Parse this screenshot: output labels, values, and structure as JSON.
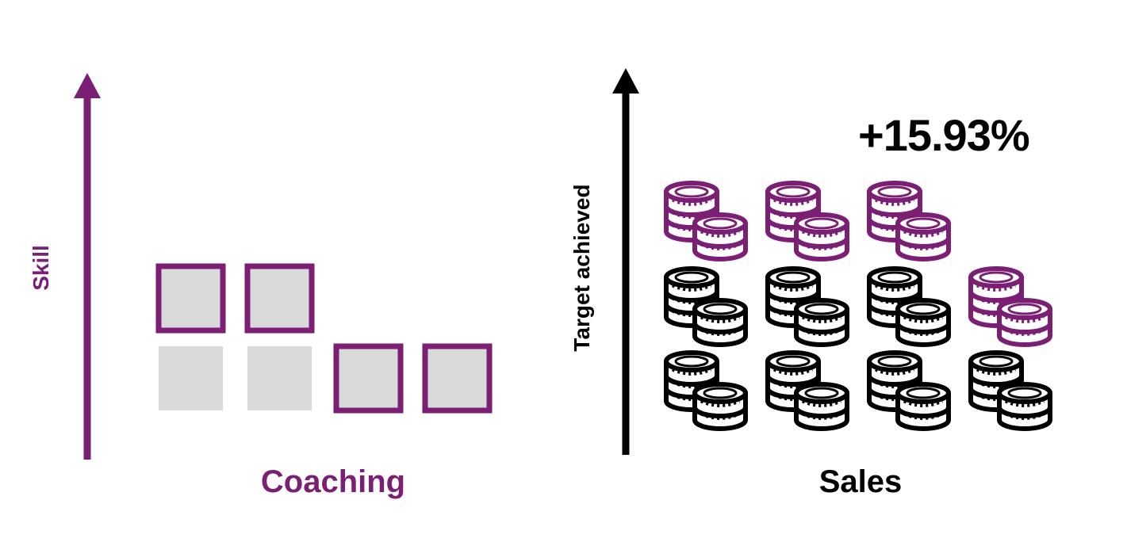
{
  "colors": {
    "accent": "#7a1f73",
    "dark": "#000000",
    "square_fill": "#d9d9d9"
  },
  "left_panel": {
    "y_label": "Skill",
    "x_label": "Coaching",
    "rows": [
      {
        "squares": [
          {
            "outlined": true
          },
          {
            "outlined": true
          }
        ]
      },
      {
        "squares": [
          {
            "outlined": false
          },
          {
            "outlined": false
          },
          {
            "outlined": true
          },
          {
            "outlined": true
          }
        ]
      }
    ]
  },
  "right_panel": {
    "y_label": "Target achieved",
    "x_label": "Sales",
    "increase_label": "+15.93%",
    "icon": "coin-stack-icon",
    "rows": [
      {
        "stacks": [
          "accent",
          "accent",
          "accent"
        ]
      },
      {
        "stacks": [
          "dark",
          "dark",
          "dark",
          "accent"
        ]
      },
      {
        "stacks": [
          "dark",
          "dark",
          "dark",
          "dark"
        ]
      }
    ]
  }
}
